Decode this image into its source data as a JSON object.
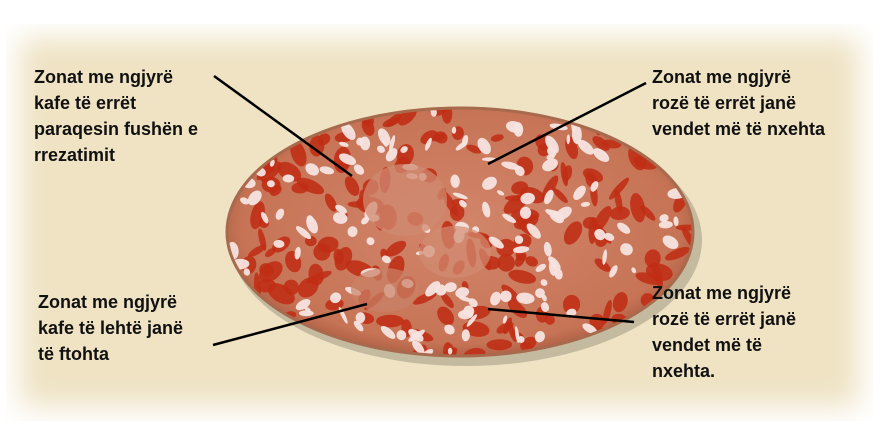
{
  "callouts": {
    "top_left": {
      "lines": [
        "Zonat me ngjyrë",
        "kafe të errët",
        "paraqesin fushën e",
        "rrezatimit"
      ]
    },
    "top_right": {
      "lines": [
        "Zonat me ngjyrë",
        "rozë të errët janë",
        "vendet më të nxehta"
      ]
    },
    "bottom_left": {
      "lines": [
        "Zonat me ngjyrë",
        "kafe të lehtë janë",
        "të ftohta"
      ]
    },
    "bottom_right": {
      "lines": [
        "Zonat me ngjyrë",
        "rozë të errët janë",
        "vendet më të",
        "nxehta."
      ]
    }
  },
  "colors": {
    "background_panel": "#efe3c4",
    "map_fill": "#cf7a5e",
    "map_dark": "#bf2e14",
    "map_light": "#f7e4e0",
    "map_rim": "#a86a4d",
    "leader_line": "#000000"
  }
}
